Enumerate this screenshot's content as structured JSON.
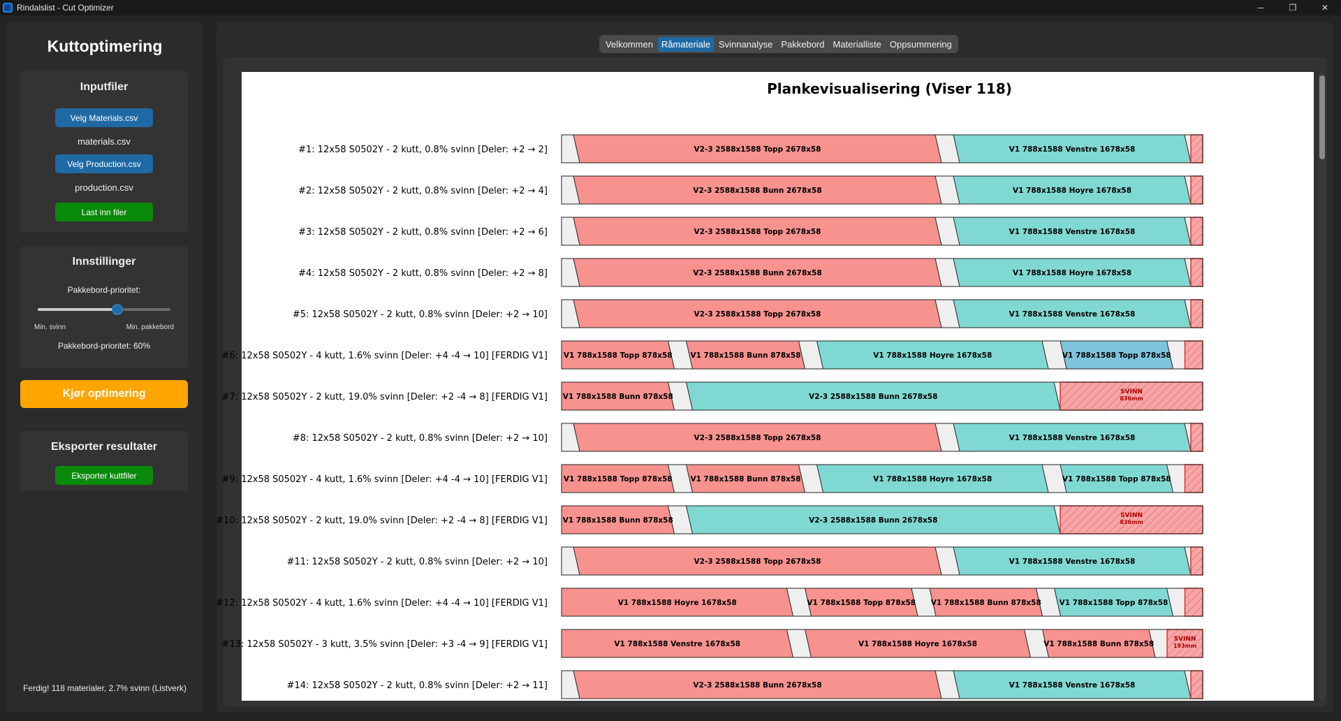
{
  "window": {
    "title": "Rindalslist - Cut Optimizer",
    "minimize": "─",
    "maximize": "❐",
    "close": "✕"
  },
  "sidebar": {
    "title": "Kuttoptimering",
    "inputs": {
      "title": "Inputfiler",
      "materials_button": "Velg Materials.csv",
      "materials_file": "materials.csv",
      "production_button": "Velg Production.csv",
      "production_file": "production.csv",
      "load_button": "Last inn filer"
    },
    "settings": {
      "title": "Innstillinger",
      "slider_label": "Pakkebord-prioritet:",
      "slider_value": 0.6,
      "min_label": "Min. svinn",
      "max_label": "Min. pakkebord",
      "value_text": "Pakkebord-prioritet: 60%"
    },
    "run_button": "Kjør optimering",
    "export": {
      "title": "Eksporter resultater",
      "button": "Eksporter kuttfiler"
    },
    "status": "Ferdig! 118 materialer, 2.7% svinn (Listverk)"
  },
  "tabs": [
    {
      "label": "Velkommen",
      "active": false
    },
    {
      "label": "Råmateriale",
      "active": true
    },
    {
      "label": "Svinnanalyse",
      "active": false
    },
    {
      "label": "Pakkebord",
      "active": false
    },
    {
      "label": "Materialliste",
      "active": false
    },
    {
      "label": "Oppsummering",
      "active": false
    }
  ],
  "colors": {
    "red_piece": "#f7928f",
    "teal_piece": "#80d8d2",
    "blue_piece": "#7ec3db",
    "gap": "#efefef",
    "waste": "#f6a6a6",
    "waste_line": "#e03030",
    "waste_text": "#b00000"
  },
  "chart_data": {
    "type": "bar",
    "title": "Plankevisualisering (Viser 118)",
    "total_length": 5400,
    "rows": [
      {
        "label": "#1: 12x58 S0502Y - 2 kutt, 0.8% svinn [Deler: +2 → 2]",
        "segments": [
          {
            "kind": "gap",
            "length": 100
          },
          {
            "kind": "piece",
            "color": "red",
            "length": 3100,
            "text": "V2-3 2588x1588   Topp 2678x58"
          },
          {
            "kind": "gap",
            "length": 100
          },
          {
            "kind": "piece",
            "color": "teal",
            "length": 2000,
            "text": "V1 788x1588   Venstre 1678x58"
          },
          {
            "kind": "waste",
            "length": 50,
            "text": ""
          }
        ]
      },
      {
        "label": "#2: 12x58 S0502Y - 2 kutt, 0.8% svinn [Deler: +2 → 4]",
        "segments": [
          {
            "kind": "gap",
            "length": 100
          },
          {
            "kind": "piece",
            "color": "red",
            "length": 3100,
            "text": "V2-3 2588x1588   Bunn 2678x58"
          },
          {
            "kind": "gap",
            "length": 100
          },
          {
            "kind": "piece",
            "color": "teal",
            "length": 2000,
            "text": "V1 788x1588   Hoyre 1678x58"
          },
          {
            "kind": "waste",
            "length": 50,
            "text": ""
          }
        ]
      },
      {
        "label": "#3: 12x58 S0502Y - 2 kutt, 0.8% svinn [Deler: +2 → 6]",
        "segments": [
          {
            "kind": "gap",
            "length": 100
          },
          {
            "kind": "piece",
            "color": "red",
            "length": 3100,
            "text": "V2-3 2588x1588   Topp 2678x58"
          },
          {
            "kind": "gap",
            "length": 100
          },
          {
            "kind": "piece",
            "color": "teal",
            "length": 2000,
            "text": "V1 788x1588   Venstre 1678x58"
          },
          {
            "kind": "waste",
            "length": 50,
            "text": ""
          }
        ]
      },
      {
        "label": "#4: 12x58 S0502Y - 2 kutt, 0.8% svinn [Deler: +2 → 8]",
        "segments": [
          {
            "kind": "gap",
            "length": 100
          },
          {
            "kind": "piece",
            "color": "red",
            "length": 3100,
            "text": "V2-3 2588x1588   Bunn 2678x58"
          },
          {
            "kind": "gap",
            "length": 100
          },
          {
            "kind": "piece",
            "color": "teal",
            "length": 2000,
            "text": "V1 788x1588   Hoyre 1678x58"
          },
          {
            "kind": "waste",
            "length": 50,
            "text": ""
          }
        ]
      },
      {
        "label": "#5: 12x58 S0502Y - 2 kutt, 0.8% svinn [Deler: +2 → 10]",
        "segments": [
          {
            "kind": "gap",
            "length": 100
          },
          {
            "kind": "piece",
            "color": "red",
            "length": 3100,
            "text": "V2-3 2588x1588   Topp 2678x58"
          },
          {
            "kind": "gap",
            "length": 100
          },
          {
            "kind": "piece",
            "color": "teal",
            "length": 2000,
            "text": "V1 788x1588   Venstre 1678x58"
          },
          {
            "kind": "waste",
            "length": 50,
            "text": ""
          }
        ]
      },
      {
        "label": "#6: 12x58 S0502Y - 4 kutt, 1.6% svinn [Deler: +4 -4 → 10] [FERDIG V1]",
        "segments": [
          {
            "kind": "piece",
            "color": "red",
            "length": 950,
            "text": "V1 788x1588   Topp 878x58"
          },
          {
            "kind": "gap",
            "length": 100
          },
          {
            "kind": "piece",
            "color": "red",
            "length": 1000,
            "text": "V1 788x1588   Bunn 878x58"
          },
          {
            "kind": "gap",
            "length": 100
          },
          {
            "kind": "piece",
            "color": "teal",
            "length": 1950,
            "text": "V1 788x1588   Hoyre 1678x58"
          },
          {
            "kind": "gap",
            "length": 100
          },
          {
            "kind": "piece",
            "color": "blue",
            "length": 950,
            "text": "V1 788x1588   Topp 878x58"
          },
          {
            "kind": "gap",
            "length": 100
          },
          {
            "kind": "waste",
            "length": 90,
            "text": ""
          }
        ]
      },
      {
        "label": "#7: 12x58 S0502Y - 2 kutt, 19.0% svinn [Deler: +2 -4 → 8] [FERDIG V1]",
        "segments": [
          {
            "kind": "piece",
            "color": "red",
            "length": 950,
            "text": "V1 788x1588   Bunn 878x58"
          },
          {
            "kind": "gap",
            "length": 100
          },
          {
            "kind": "piece",
            "color": "teal",
            "length": 3150,
            "text": "V2-3 2588x1588   Bunn 2678x58"
          },
          {
            "kind": "waste",
            "length": 1000,
            "text": "SVINN|836mm"
          }
        ]
      },
      {
        "label": "#8: 12x58 S0502Y - 2 kutt, 0.8% svinn [Deler: +2 → 10]",
        "segments": [
          {
            "kind": "gap",
            "length": 100
          },
          {
            "kind": "piece",
            "color": "red",
            "length": 3100,
            "text": "V2-3 2588x1588   Topp 2678x58"
          },
          {
            "kind": "gap",
            "length": 100
          },
          {
            "kind": "piece",
            "color": "teal",
            "length": 2000,
            "text": "V1 788x1588   Venstre 1678x58"
          },
          {
            "kind": "waste",
            "length": 50,
            "text": ""
          }
        ]
      },
      {
        "label": "#9: 12x58 S0502Y - 4 kutt, 1.6% svinn [Deler: +4 -4 → 10] [FERDIG V1]",
        "segments": [
          {
            "kind": "piece",
            "color": "red",
            "length": 950,
            "text": "V1 788x1588   Topp 878x58"
          },
          {
            "kind": "gap",
            "length": 100
          },
          {
            "kind": "piece",
            "color": "red",
            "length": 1000,
            "text": "V1 788x1588   Bunn 878x58"
          },
          {
            "kind": "gap",
            "length": 100
          },
          {
            "kind": "piece",
            "color": "teal",
            "length": 1950,
            "text": "V1 788x1588   Hoyre 1678x58"
          },
          {
            "kind": "gap",
            "length": 100
          },
          {
            "kind": "piece",
            "color": "teal",
            "length": 950,
            "text": "V1 788x1588   Topp 878x58"
          },
          {
            "kind": "gap",
            "length": 100
          },
          {
            "kind": "waste",
            "length": 90,
            "text": ""
          }
        ]
      },
      {
        "label": "#10: 12x58 S0502Y - 2 kutt, 19.0% svinn [Deler: +2 -4 → 8] [FERDIG V1]",
        "segments": [
          {
            "kind": "piece",
            "color": "red",
            "length": 950,
            "text": "V1 788x1588   Bunn 878x58"
          },
          {
            "kind": "gap",
            "length": 100
          },
          {
            "kind": "piece",
            "color": "teal",
            "length": 3150,
            "text": "V2-3 2588x1588   Bunn 2678x58"
          },
          {
            "kind": "waste",
            "length": 1000,
            "text": "SVINN|836mm"
          }
        ]
      },
      {
        "label": "#11: 12x58 S0502Y - 2 kutt, 0.8% svinn [Deler: +2 → 10]",
        "segments": [
          {
            "kind": "gap",
            "length": 100
          },
          {
            "kind": "piece",
            "color": "red",
            "length": 3100,
            "text": "V2-3 2588x1588   Topp 2678x58"
          },
          {
            "kind": "gap",
            "length": 100
          },
          {
            "kind": "piece",
            "color": "teal",
            "length": 2000,
            "text": "V1 788x1588   Venstre 1678x58"
          },
          {
            "kind": "waste",
            "length": 50,
            "text": ""
          }
        ]
      },
      {
        "label": "#12: 12x58 S0502Y - 4 kutt, 1.6% svinn [Deler: +4 -4 → 10] [FERDIG V1]",
        "segments": [
          {
            "kind": "piece",
            "color": "red",
            "length": 1950,
            "text": "V1 788x1588   Hoyre 1678x58"
          },
          {
            "kind": "gap",
            "length": 100
          },
          {
            "kind": "piece",
            "color": "red",
            "length": 950,
            "text": "V1 788x1588   Topp 878x58"
          },
          {
            "kind": "gap",
            "length": 100
          },
          {
            "kind": "piece",
            "color": "red",
            "length": 950,
            "text": "V1 788x1588   Bunn 878x58"
          },
          {
            "kind": "gap",
            "length": 100
          },
          {
            "kind": "piece",
            "color": "teal",
            "length": 1000,
            "text": "V1 788x1588   Topp 878x58"
          },
          {
            "kind": "gap",
            "length": 100
          },
          {
            "kind": "waste",
            "length": 90,
            "text": ""
          }
        ]
      },
      {
        "label": "#13: 12x58 S0502Y - 3 kutt, 3.5% svinn [Deler: +3 -4 → 9] [FERDIG V1]",
        "segments": [
          {
            "kind": "piece",
            "color": "red",
            "length": 1950,
            "text": "V1 788x1588   Venstre 1678x58"
          },
          {
            "kind": "gap",
            "length": 100
          },
          {
            "kind": "piece",
            "color": "red",
            "length": 1900,
            "text": "V1 788x1588   Hoyre 1678x58"
          },
          {
            "kind": "gap",
            "length": 100
          },
          {
            "kind": "piece",
            "color": "red",
            "length": 950,
            "text": "V1 788x1588   Bunn 878x58"
          },
          {
            "kind": "gap",
            "length": 100
          },
          {
            "kind": "waste",
            "length": 193,
            "text": "SVINN|193mm"
          }
        ]
      },
      {
        "label": "#14: 12x58 S0502Y - 2 kutt, 0.8% svinn [Deler: +2 → 11]",
        "segments": [
          {
            "kind": "gap",
            "length": 100
          },
          {
            "kind": "piece",
            "color": "red",
            "length": 3100,
            "text": "V2-3 2588x1588   Bunn 2678x58"
          },
          {
            "kind": "gap",
            "length": 100
          },
          {
            "kind": "piece",
            "color": "teal",
            "length": 2000,
            "text": "V1 788x1588   Venstre 1678x58"
          },
          {
            "kind": "waste",
            "length": 50,
            "text": ""
          }
        ]
      }
    ]
  }
}
